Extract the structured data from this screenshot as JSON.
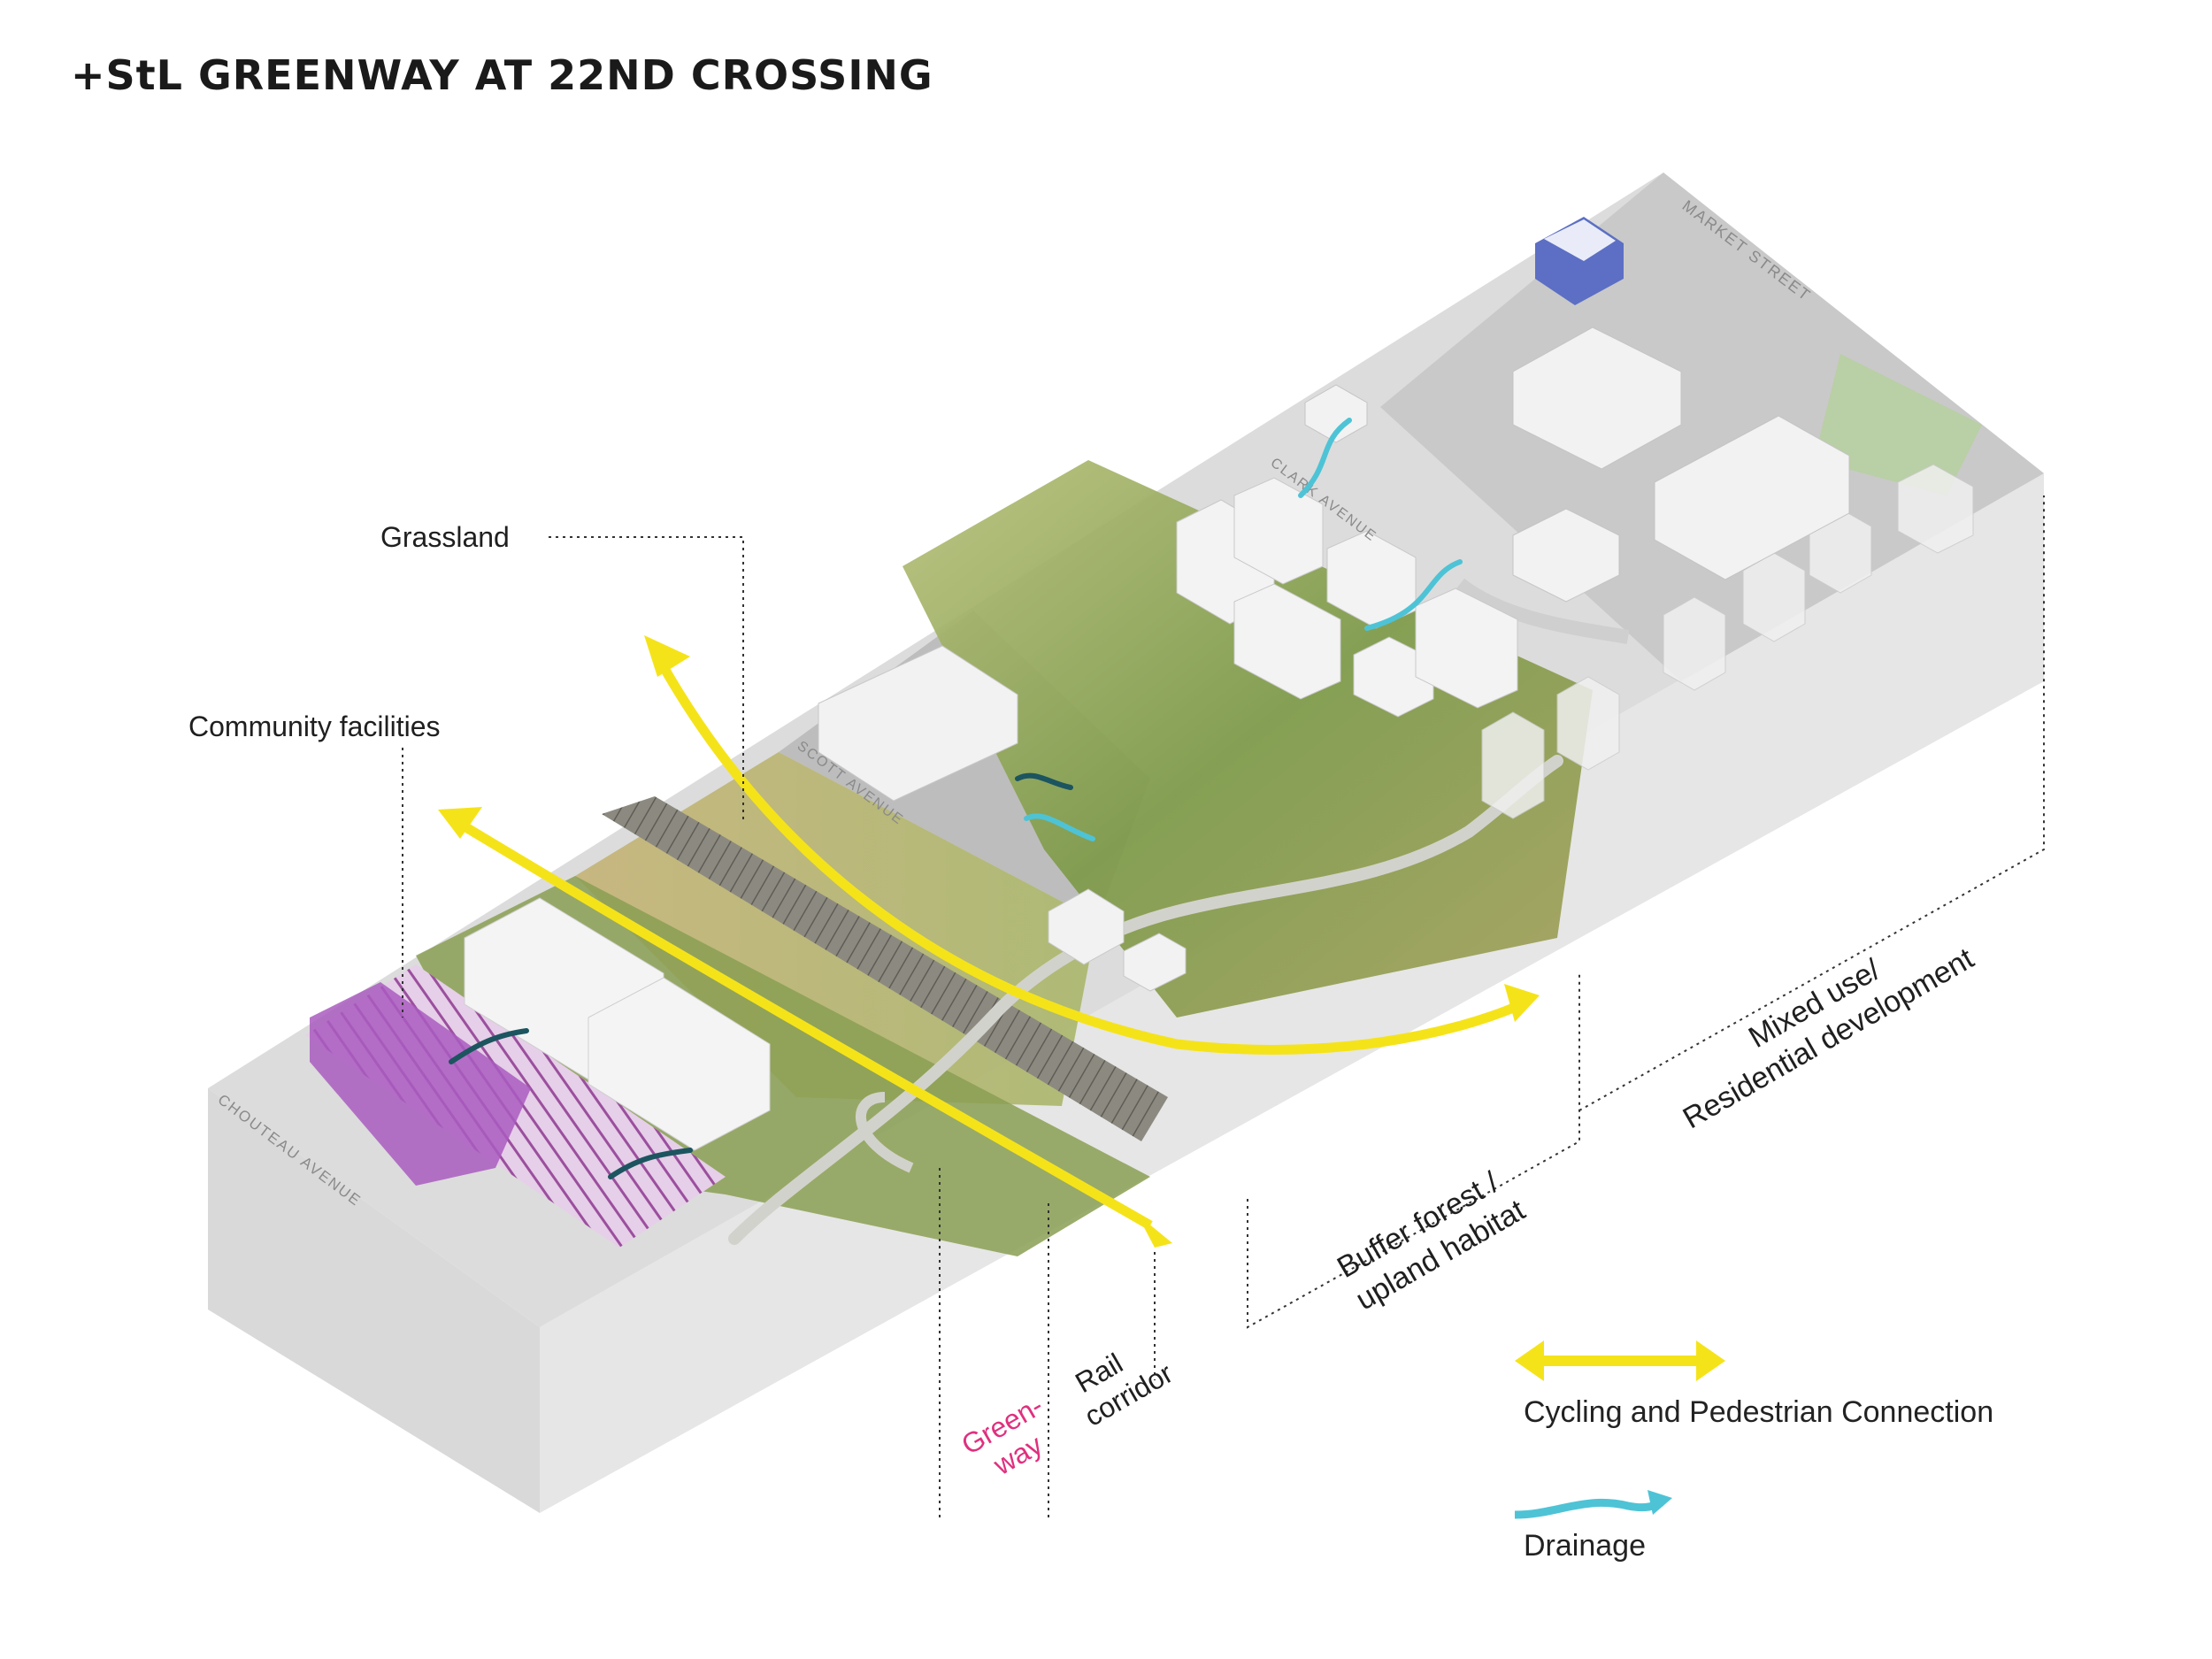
{
  "title": "+StL GREENWAY AT 22ND CROSSING",
  "streets": {
    "market": "MARKET STREET",
    "clark": "CLARK AVENUE",
    "scott": "SCOTT AVENUE",
    "chouteau": "CHOUTEAU AVENUE"
  },
  "callouts": {
    "grassland": "Grassland",
    "community": "Community facilities"
  },
  "zones": {
    "greenway": [
      "Green-",
      "way"
    ],
    "rail": [
      "Rail",
      "corridor"
    ],
    "buffer": [
      "Buffer forest /",
      "upland habitat"
    ],
    "mixed": [
      "Mixed use/",
      "Residential development"
    ]
  },
  "legend": {
    "cycling": "Cycling and Pedestrian Connection",
    "drainage": "Drainage"
  },
  "colors": {
    "yellow_arrow": "#f5e31a",
    "drainage_arrow": "#4ec3d6",
    "greenway_label": "#e0307e",
    "community_hatch": "#b07ac8"
  }
}
